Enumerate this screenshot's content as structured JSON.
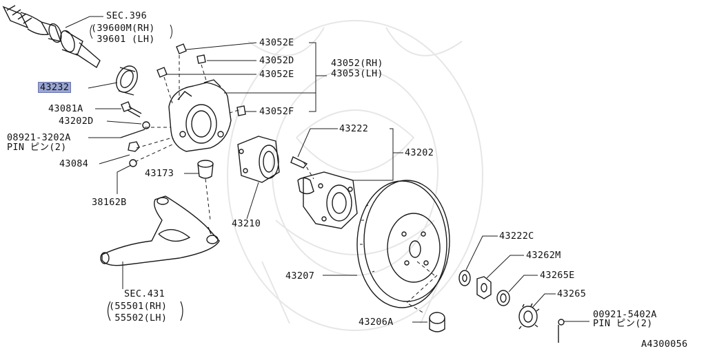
{
  "diagram_id": "A4300056",
  "highlight_color": "#9aa6d4",
  "callouts": {
    "sec396": [
      "SEC.396",
      "(39600M(RH)",
      " 39601 (LH)"
    ],
    "p43232": "43232",
    "p43081A": "43081A",
    "p43202D": "43202D",
    "p08921": [
      "08921-3202A",
      "PIN ピン(2)"
    ],
    "p43084": "43084",
    "p38162B": "38162B",
    "p43173": "43173",
    "p43052E_top": "43052E",
    "p43052D": "43052D",
    "p43052E_mid": "43052E",
    "p43052F": "43052F",
    "group43052": [
      "43052(RH)",
      "43053(LH)"
    ],
    "p43222": "43222",
    "p43202": "43202",
    "p43210": "43210",
    "p43207": "43207",
    "p43206A": "43206A",
    "p43222C": "43222C",
    "p43262M": "43262M",
    "p43265E": "43265E",
    "p43265": "43265",
    "p00921": [
      "00921-5402A",
      "PIN ピン(2)"
    ],
    "sec431": [
      "SEC.431",
      "(55501(RH)",
      " 55502(LH)"
    ]
  }
}
